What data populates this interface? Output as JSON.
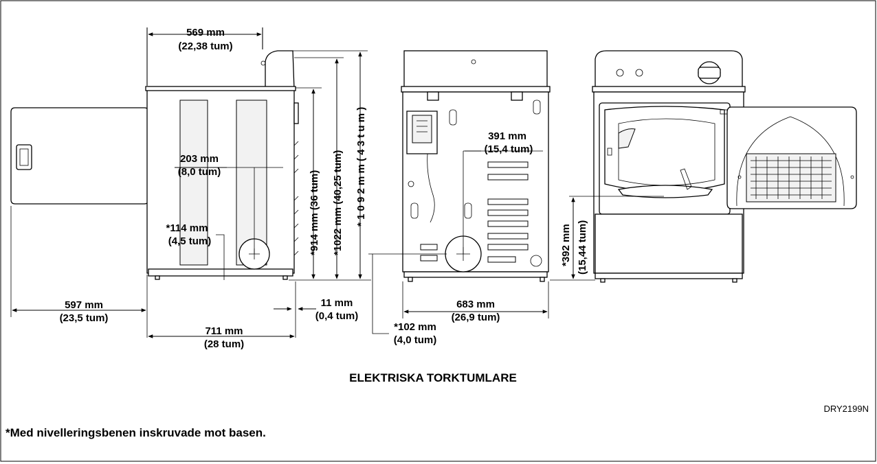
{
  "labels": {
    "side_width_mm": "569 mm",
    "side_width_in": "(22,38 tum)",
    "h914": "*914 mm (36 tum)",
    "h1022": "*1022 mm (40,25 tum)",
    "h1092": "* 1 0 9 2 m m  ( 4 3 t u m )",
    "v203_mm": "203 mm",
    "v203_in": "(8,0 tum)",
    "v114_mm": "*114 mm",
    "v114_in": "(4,5 tum)",
    "door_mm": "597 mm",
    "door_in": "(23,5 tum)",
    "depth_mm": "711 mm",
    "depth_in": "(28 tum)",
    "gap_mm": "11 mm",
    "gap_in": "(0,4 tum)",
    "v102_mm": "*102 mm",
    "v102_in": "(4,0 tum)",
    "h391_mm": "391 mm",
    "h391_in": "(15,4 tum)",
    "w683_mm": "683 mm",
    "w683_in": "(26,9 tum)",
    "h392_mm": "*392 mm",
    "h392_in": "(15,44 tum)"
  },
  "title": "ELEKTRISKA TORKTUMLARE",
  "code": "DRY2199N",
  "footnote": "*Med nivelleringsbenen inskruvade mot basen."
}
